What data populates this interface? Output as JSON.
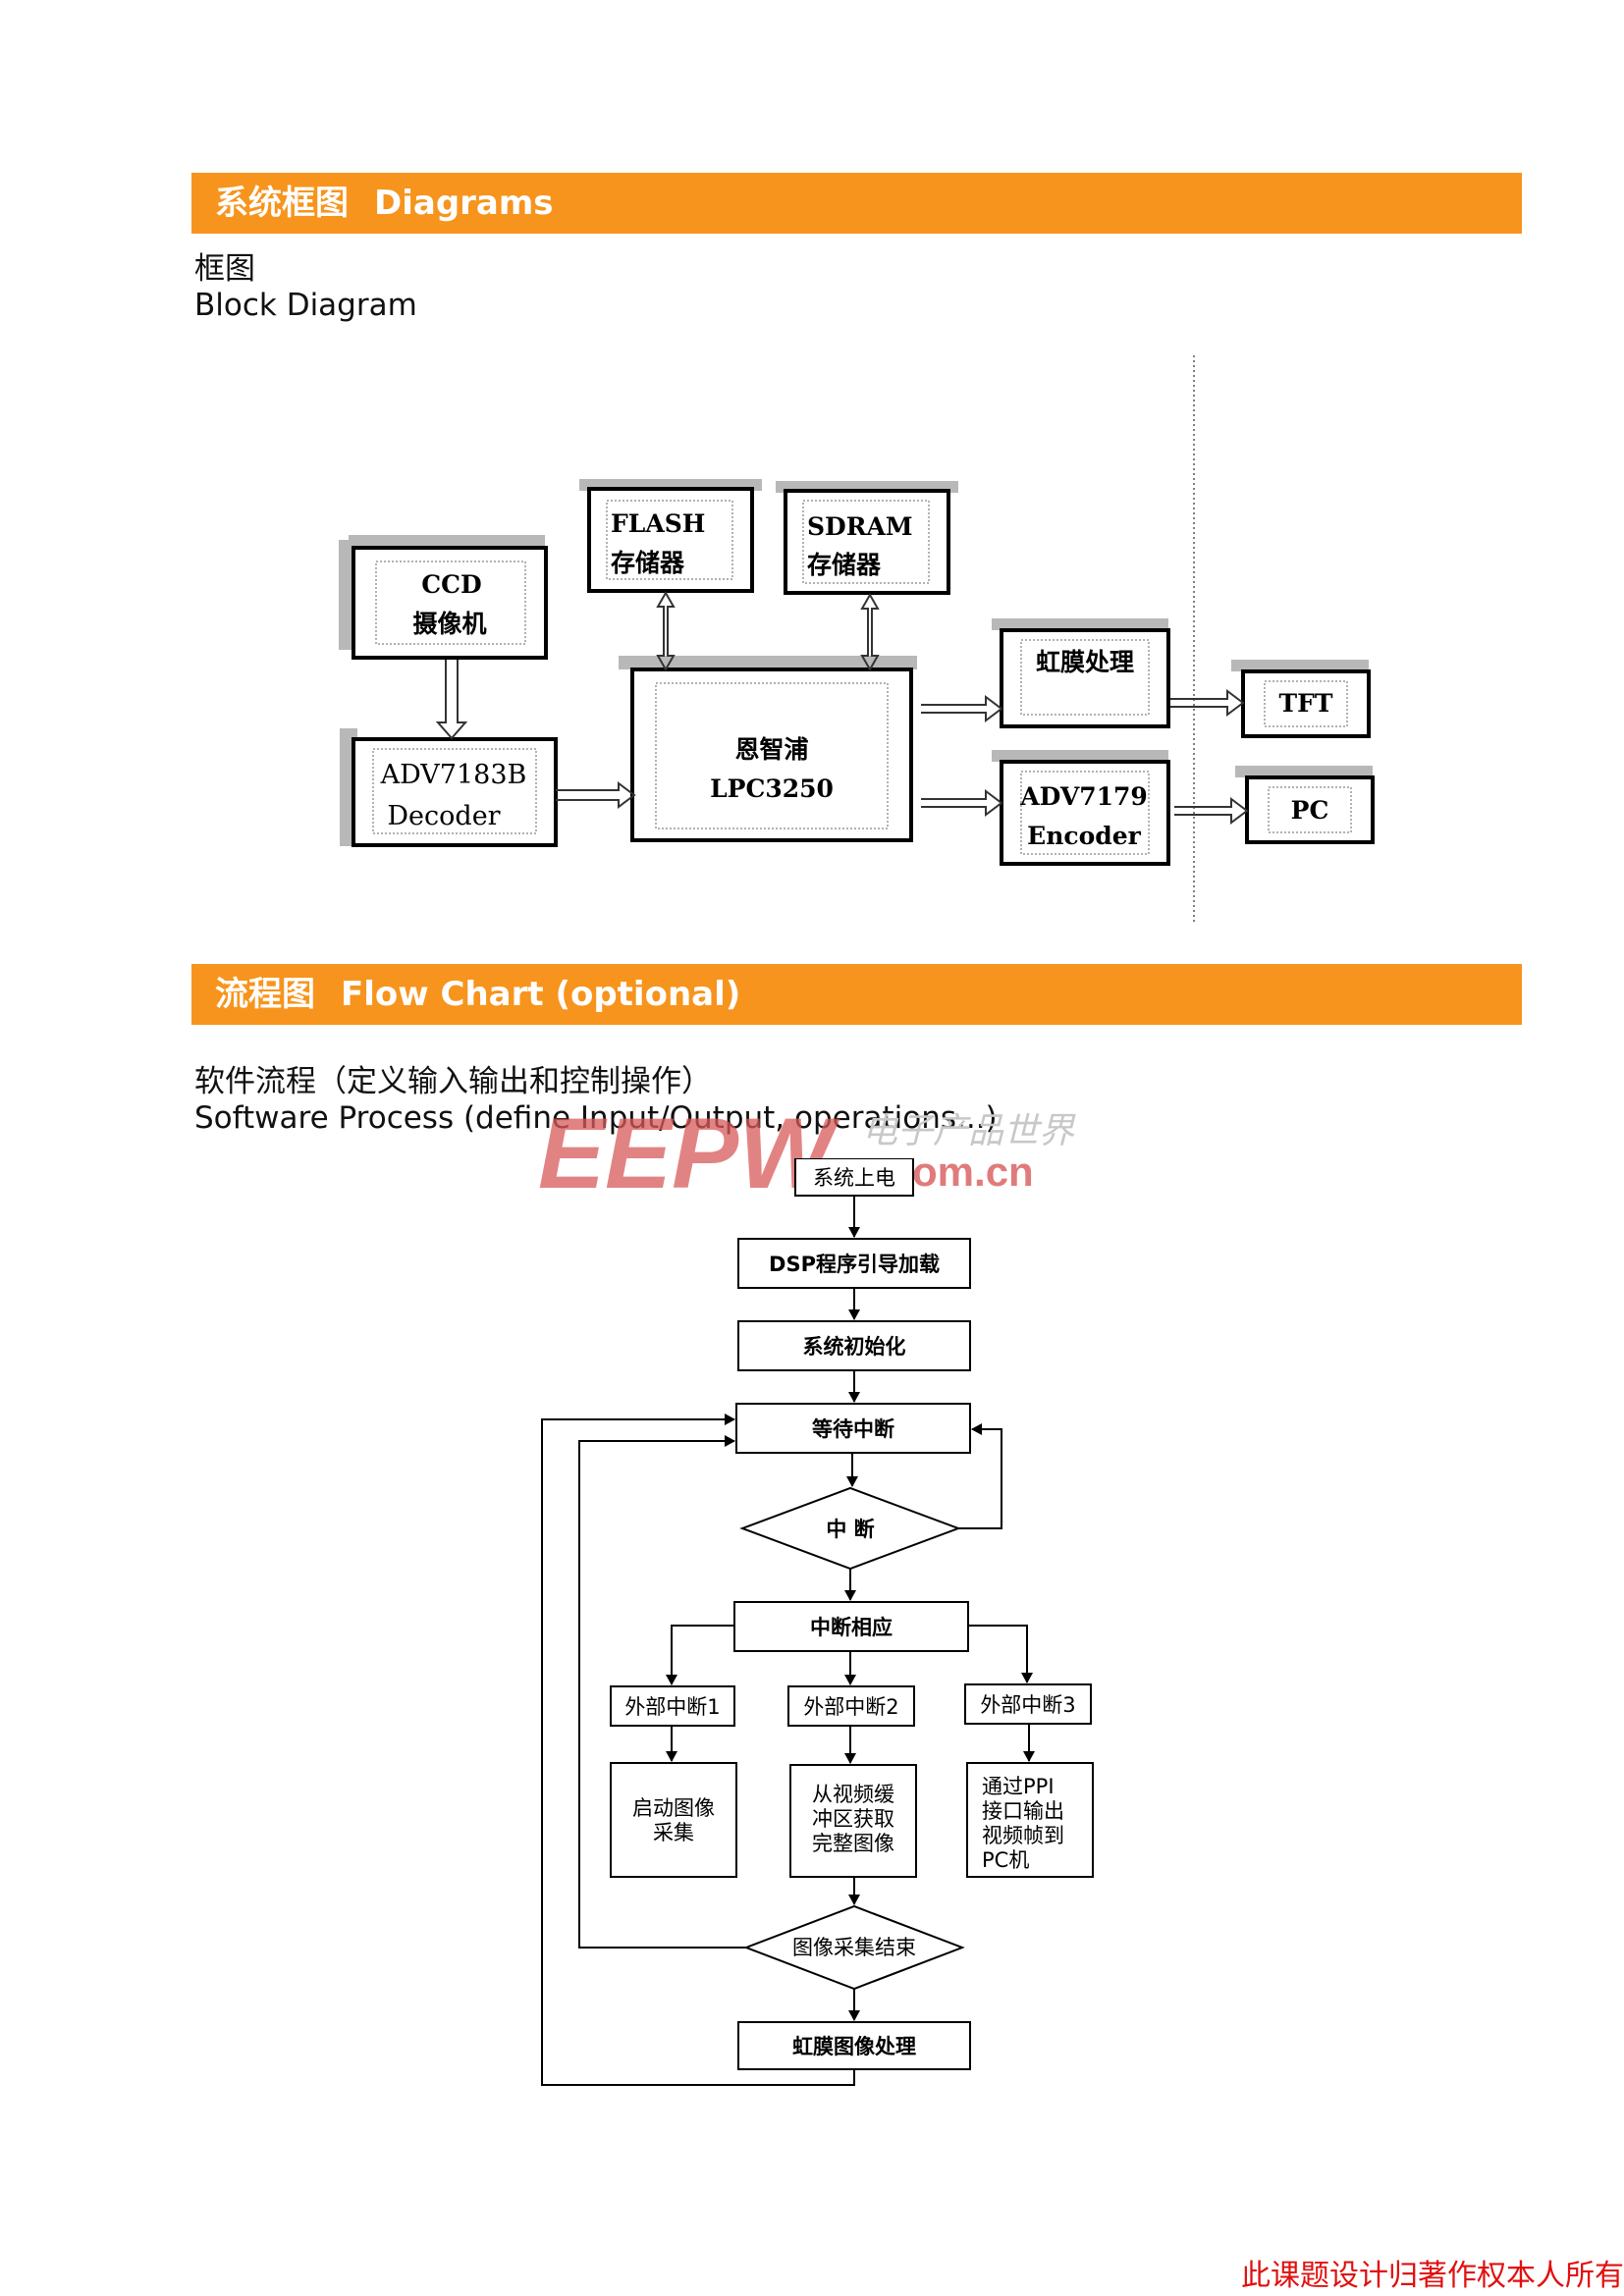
{
  "section1": {
    "title_cn": "系统框图",
    "title_en": "Diagrams"
  },
  "block_caption": {
    "cn": "框图",
    "en": "Block Diagram"
  },
  "block_diagram": {
    "ccd": [
      "CCD",
      "摄像机"
    ],
    "decoder": [
      "ADV7183B",
      "Decoder"
    ],
    "flash": [
      "FLASH",
      "存储器"
    ],
    "sdram": [
      "SDRAM",
      "存储器"
    ],
    "cpu": [
      "恩智浦",
      "LPC3250"
    ],
    "iris": "虹膜处理",
    "encoder": [
      "ADV7179",
      "Encoder"
    ],
    "tft": "TFT",
    "pc": "PC"
  },
  "section2": {
    "title_cn": "流程图",
    "title_en": "Flow Chart (optional)"
  },
  "flow_caption": {
    "cn": "软件流程（定义输入输出和控制操作）",
    "en": "Software Process (define Input/Output, operations...)"
  },
  "flowchart": {
    "power_on": "系统上电",
    "dsp_boot": "DSP程序引导加载",
    "init": "系统初始化",
    "wait_int": "等待中断",
    "interrupt": "中  断",
    "int_response": "中断相应",
    "ext1": "外部中断1",
    "ext2": "外部中断2",
    "ext3": "外部中断3",
    "capture_start": [
      "启动图像",
      "采集"
    ],
    "get_frame": [
      "从视频缓",
      "冲区获取",
      "完整图像"
    ],
    "ppi_out": [
      "通过PPI",
      "接口输出",
      "视频帧到",
      "PC机"
    ],
    "capture_end": "图像采集结束",
    "iris_proc": "虹膜图像处理"
  },
  "watermark": {
    "logo": "EEPW",
    "cn": "电子产品世界",
    "domain": ".com.cn"
  },
  "footer": "此课题设计归著作权本人所有"
}
